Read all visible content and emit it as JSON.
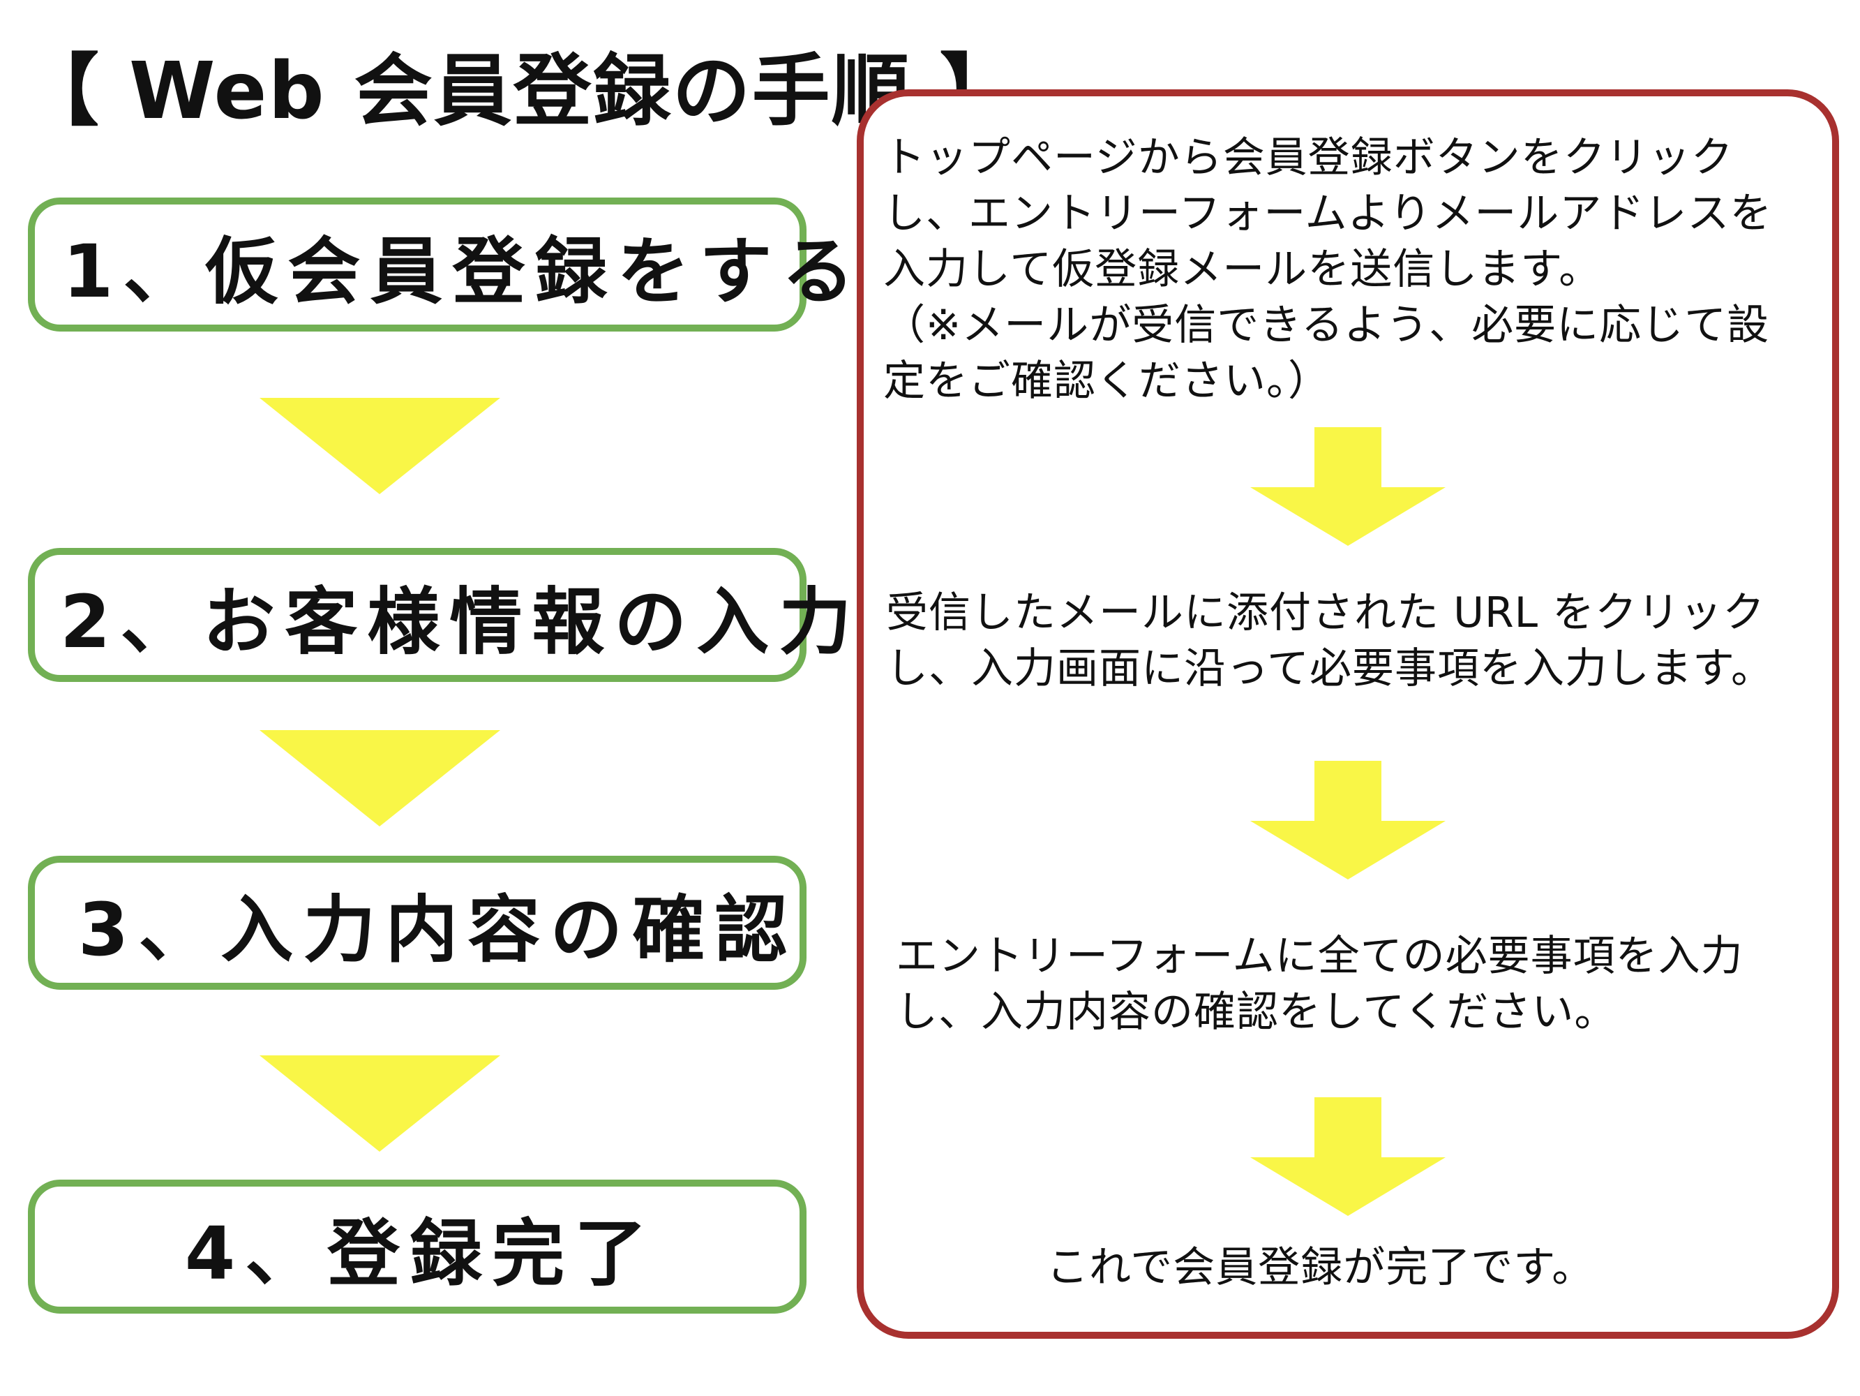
{
  "title": "【 Web 会員登録の手順 】",
  "steps": [
    {
      "label": "1、仮会員登録をする"
    },
    {
      "label": "2、お客様情報の入力"
    },
    {
      "label": "3、入力内容の確認"
    },
    {
      "label": "4、登録完了"
    }
  ],
  "descriptions": [
    {
      "lines": [
        "トップページから会員登録ボタンをクリック",
        "し、エントリーフォームよりメールアドレスを",
        "入力して仮登録メールを送信します。",
        "（※メールが受信できるよう、必要に応じて設",
        "定をご確認ください。）"
      ]
    },
    {
      "lines": [
        "受信したメールに添付された URL をクリック",
        "し、入力画面に沿って必要事項を入力します。"
      ]
    },
    {
      "lines": [
        "エントリーフォームに全ての必要事項を入力",
        "し、入力内容の確認をしてください。"
      ]
    },
    {
      "lines": [
        "これで会員登録が完了です。"
      ]
    }
  ],
  "colors": {
    "step_border": "#72b054",
    "panel_border": "#a8312f",
    "arrow_fill": "#f9f647"
  },
  "icons": {
    "step_connector": "triangle-down",
    "desc_connector": "arrow-down"
  }
}
